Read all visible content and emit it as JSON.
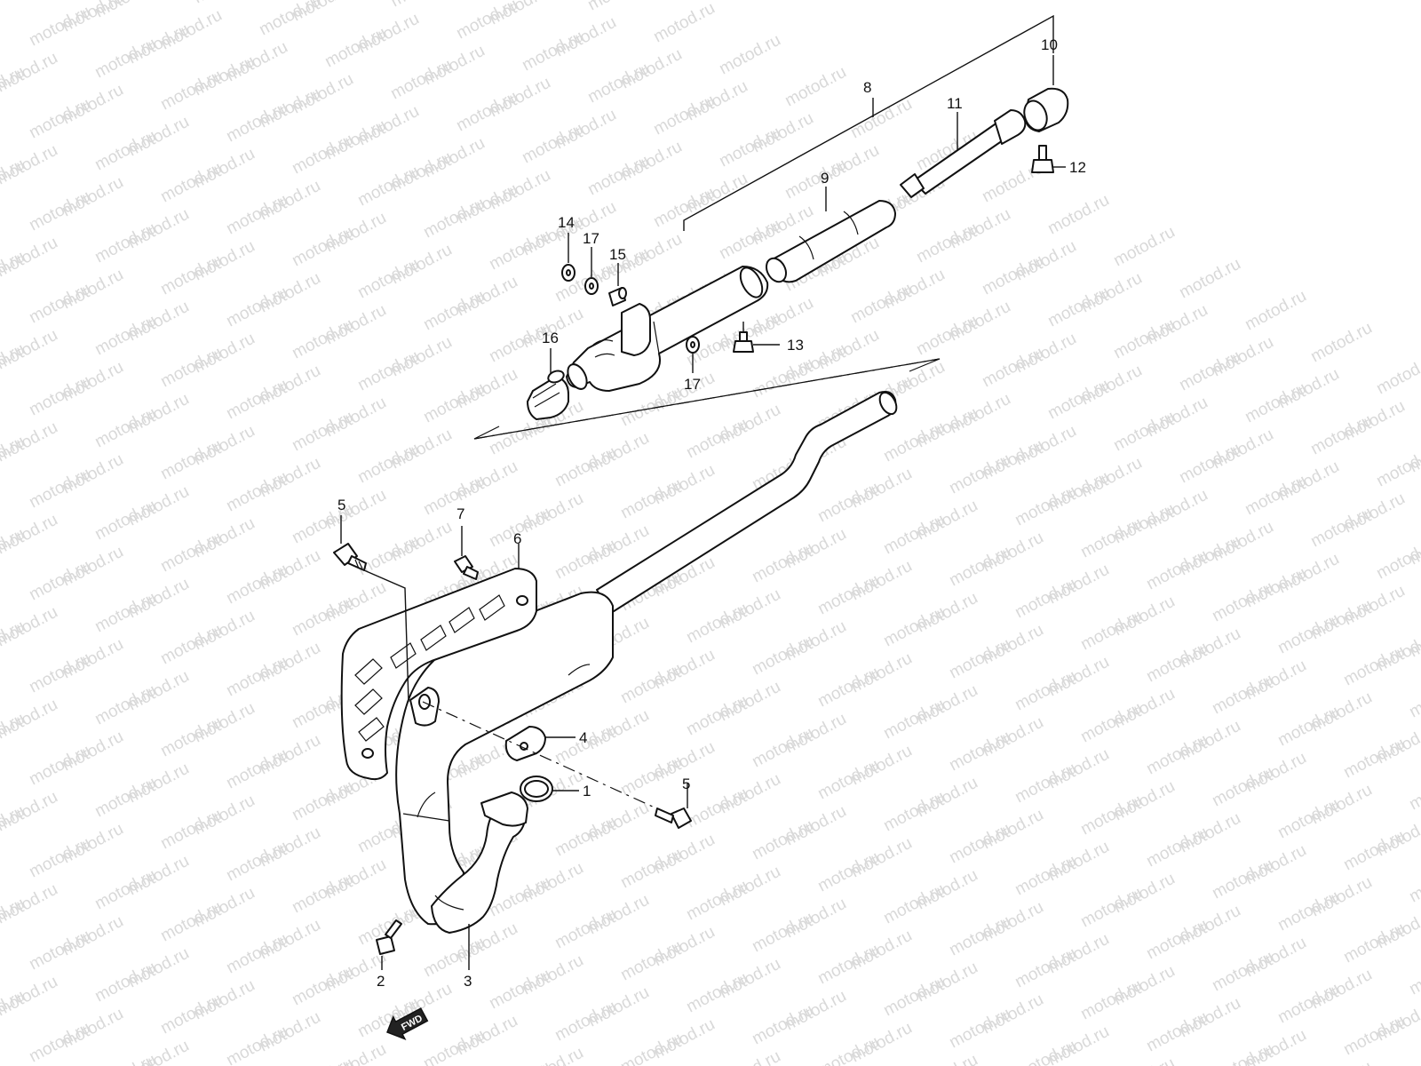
{
  "watermark": {
    "text": "motod.ru"
  },
  "callouts": {
    "c1": "1",
    "c2": "2",
    "c3": "3",
    "c4": "4",
    "c5a": "5",
    "c5b": "5",
    "c6": "6",
    "c7": "7",
    "c8": "8",
    "c9": "9",
    "c10": "10",
    "c11": "11",
    "c12": "12",
    "c13": "13",
    "c14": "14",
    "c15": "15",
    "c16": "16",
    "c17a": "17",
    "c17b": "17"
  },
  "direction_badge": {
    "label": "FWD"
  }
}
